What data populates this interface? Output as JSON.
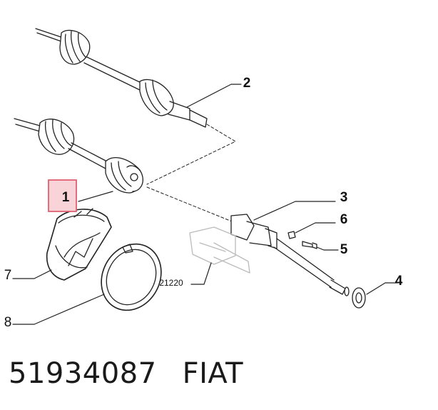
{
  "callouts": {
    "c1": "1",
    "c2": "2",
    "c3": "3",
    "c4": "4",
    "c5": "5",
    "c6": "6",
    "c7": "7",
    "c8": "8"
  },
  "reference_label": "21220",
  "footer": {
    "part_number": "51934087",
    "brand": "FIAT"
  },
  "colors": {
    "highlight_border": "#e06070",
    "highlight_fill": "#f8d4d8",
    "line": "#222222"
  }
}
